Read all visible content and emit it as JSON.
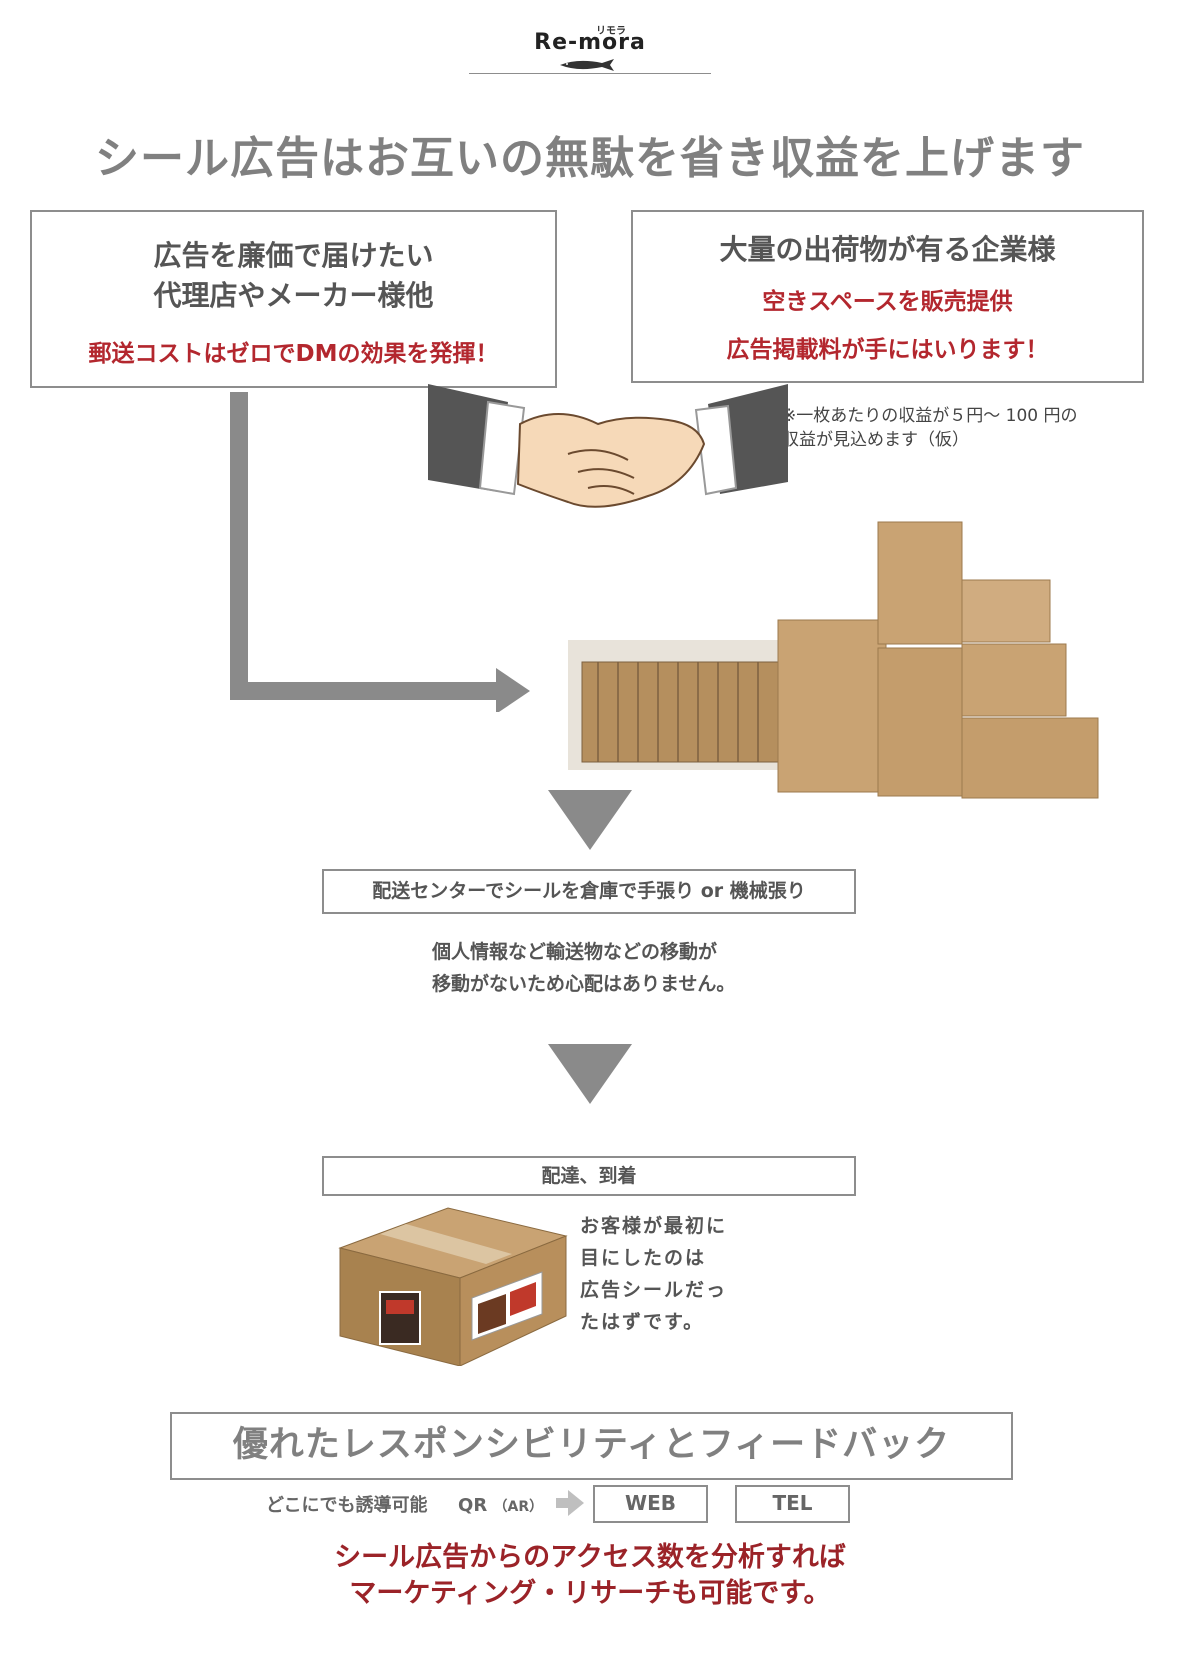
{
  "logo": {
    "ruby": "リモラ",
    "name": "Re-mora"
  },
  "headline": "シール広告はお互いの無駄を省き収益を上げます",
  "left_box": {
    "title_line1": "広告を廉価で届けたい",
    "title_line2": "代理店やメーカー様他",
    "highlight": "郵送コストはゼロでDMの効果を発揮！"
  },
  "right_box": {
    "title": "大量の出荷物が有る企業様",
    "highlight1": "空きスペースを販売提供",
    "highlight2": "広告掲載料が手にはいります！"
  },
  "note": {
    "line1": "※一枚あたりの収益が５円～ 100 円の",
    "line2": "収益が見込めます（仮）"
  },
  "step1": {
    "label": "配送センターでシールを倉庫で手張り or 機械張り",
    "text_line1": "個人情報など輸送物などの移動が",
    "text_line2": "移動がないため心配はありません。"
  },
  "step2": {
    "label": "配達、到着",
    "text": [
      "お客様が最初に",
      "目にしたのは",
      "広告シールだっ",
      "たはずです。"
    ]
  },
  "response": {
    "title": "優れたレスポンシビリティとフィードバック",
    "guide_text": "どこにでも誘導可能",
    "guide_qr": "QR",
    "guide_ar": "（AR）",
    "web_label": "WEB",
    "tel_label": "TEL"
  },
  "closing": {
    "line1": "シール広告からのアクセス数を分析すれば",
    "line2": "マーケティング・リサーチも可能です。"
  },
  "colors": {
    "gray_text": "#808080",
    "red_text": "#b3272e",
    "border": "#8d8d8d",
    "arrow": "#8a8a8a",
    "cardboard": "#c9a373"
  }
}
